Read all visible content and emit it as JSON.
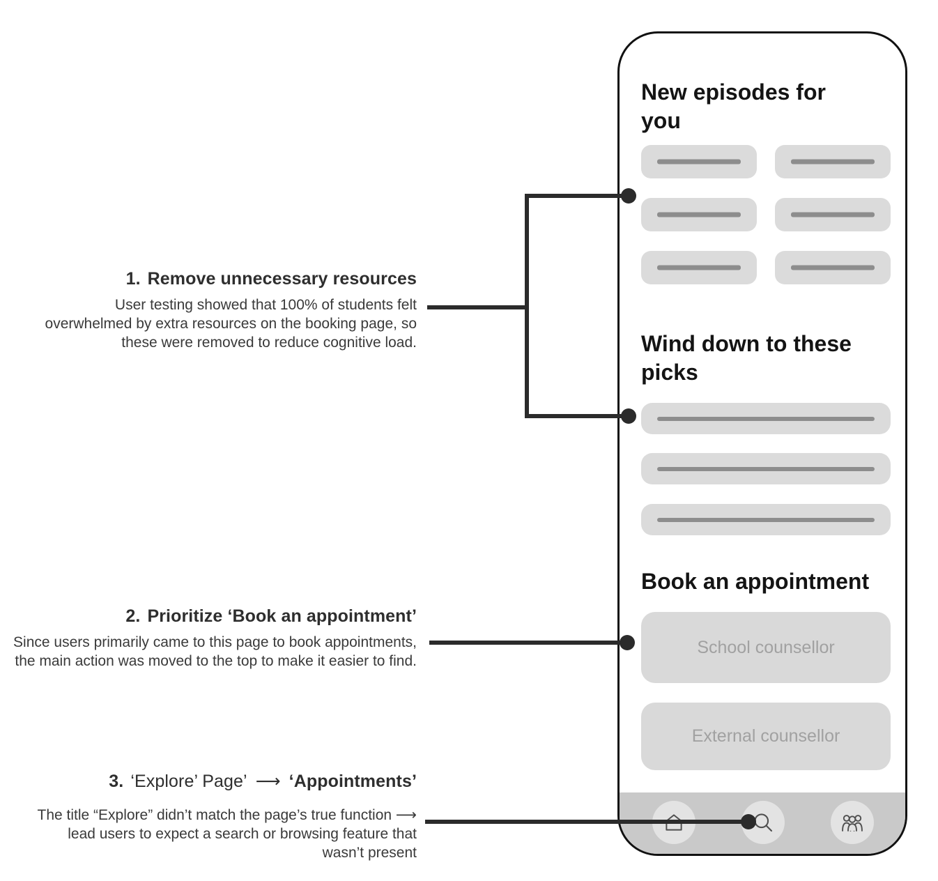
{
  "annotations": [
    {
      "number": "1.",
      "title": "Remove unnecessary resources",
      "body": "User testing showed that 100% of students felt overwhelmed by extra resources on the booking page, so these were removed to reduce cognitive load."
    },
    {
      "number": "2.",
      "title": "Prioritize ‘Book an appointment’",
      "body": "Since users primarily came to this page to book appointments, the main action was moved to the top to make it easier to find."
    },
    {
      "number": "3.",
      "title_plain": "‘Explore’ Page’",
      "title_arrow": "⟶",
      "title_bold": "‘Appointments’",
      "body": "The title “Explore” didn’t match the page’s true function ⟶ lead users to expect a search or browsing feature that wasn’t present"
    }
  ],
  "phone": {
    "sections": {
      "episodes_title": "New episodes for you",
      "picks_title": "Wind down to these picks",
      "booking_title": "Book an appointment"
    },
    "booking_buttons": [
      {
        "label": "School counsellor"
      },
      {
        "label": "External counsellor"
      }
    ],
    "placeholders": {
      "episode_cards": 6,
      "pick_rows": 3
    },
    "nav_icons": [
      "home-icon",
      "search-icon",
      "people-icon"
    ]
  },
  "colors": {
    "placeholder_fill": "#dbdbdb",
    "placeholder_bar": "#8d8d8d",
    "button_fill": "#d9d9d9",
    "button_text": "#a1a1a1",
    "nav_bar": "#c9c9c9",
    "nav_circle": "#e3e3e3",
    "icon_stroke": "#4f4f4f",
    "connector": "#2b2b2b",
    "annotation_text": "#3a3a3a",
    "phone_border": "#111111"
  }
}
